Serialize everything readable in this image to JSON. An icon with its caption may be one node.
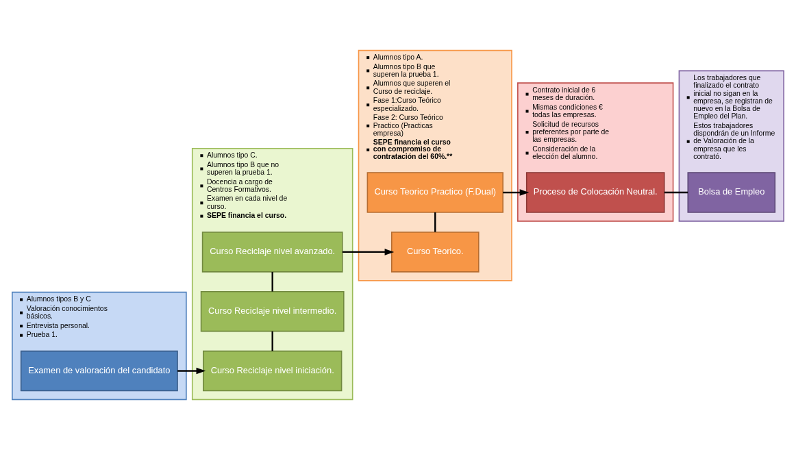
{
  "diagram": {
    "nodes": [
      {
        "text": [
          "Alumnos tipos B y C",
          "Valoración conocimientos básicos.",
          "Entrevista personal.",
          "Prueba 1."
        ]
      },
      {
        "text": [
          "Examen de valoración del candidato"
        ],
        "in": 0
      },
      {
        "text": [
          "Alumnos tipo C.",
          "Alumnos tipo B que no superen la prueba 1.",
          "Docencia a cargo de Centros Formativos.",
          "Examen en cada nivel de curso.",
          "SEPE financia el curso."
        ]
      },
      {
        "text": [
          "Curso Reciclaje nivel iniciación."
        ],
        "in": 2
      },
      {
        "text": [
          "Curso Reciclaje nivel intermedio."
        ],
        "in": 2
      },
      {
        "text": [
          "Curso Reciclaje nivel avanzado."
        ],
        "in": 2
      },
      {
        "text": [
          "Alumnos tipo A.",
          "Alumnos tipo B que superen la prueba 1.",
          "Alumnos que superen el Curso de reciclaje.",
          "Fase 1:Curso Teórico especializado.",
          "Fase 2: Curso Teórico Practico (Practicas empresa)",
          "SEPE financia el curso con compromiso de contratación del 60%.**"
        ]
      },
      {
        "text": [
          "Curso Teorico."
        ],
        "in": 6
      },
      {
        "text": [
          "Curso Teorico Practico (F.Dual)"
        ],
        "in": 6
      },
      {
        "text": [
          "Contrato inicial de 6 meses de duración.",
          "Mismas condiciones € todas las empresas.",
          "Solicitud de recursos preferentes por parte de las empresas.",
          "Consideración de la elección del alumno."
        ]
      },
      {
        "text": [
          "Proceso de Colocación Neutral."
        ],
        "in": 9
      },
      {
        "text": [
          "Los trabajadores que finalizado el contrato inicial no sigan en la empresa, se registran de nuevo en la Bolsa de Empleo del Plan.",
          "Estos trabajadores dispondrán de un Informe de Valoración de la empresa que les contrató."
        ]
      },
      {
        "text": [
          "Bolsa de Empleo"
        ],
        "in": 11
      }
    ],
    "edges": [
      {
        "from": 1,
        "to": 3,
        "arrow": "to"
      },
      {
        "from": 3,
        "to": 4,
        "arrow": "none"
      },
      {
        "from": 4,
        "to": 5,
        "arrow": "none"
      },
      {
        "from": 5,
        "to": 7,
        "arrow": "to"
      },
      {
        "from": 7,
        "to": 8,
        "arrow": "none"
      },
      {
        "from": 8,
        "to": 10,
        "arrow": "to"
      },
      {
        "from": 10,
        "to": 12,
        "arrow": "none"
      }
    ]
  }
}
